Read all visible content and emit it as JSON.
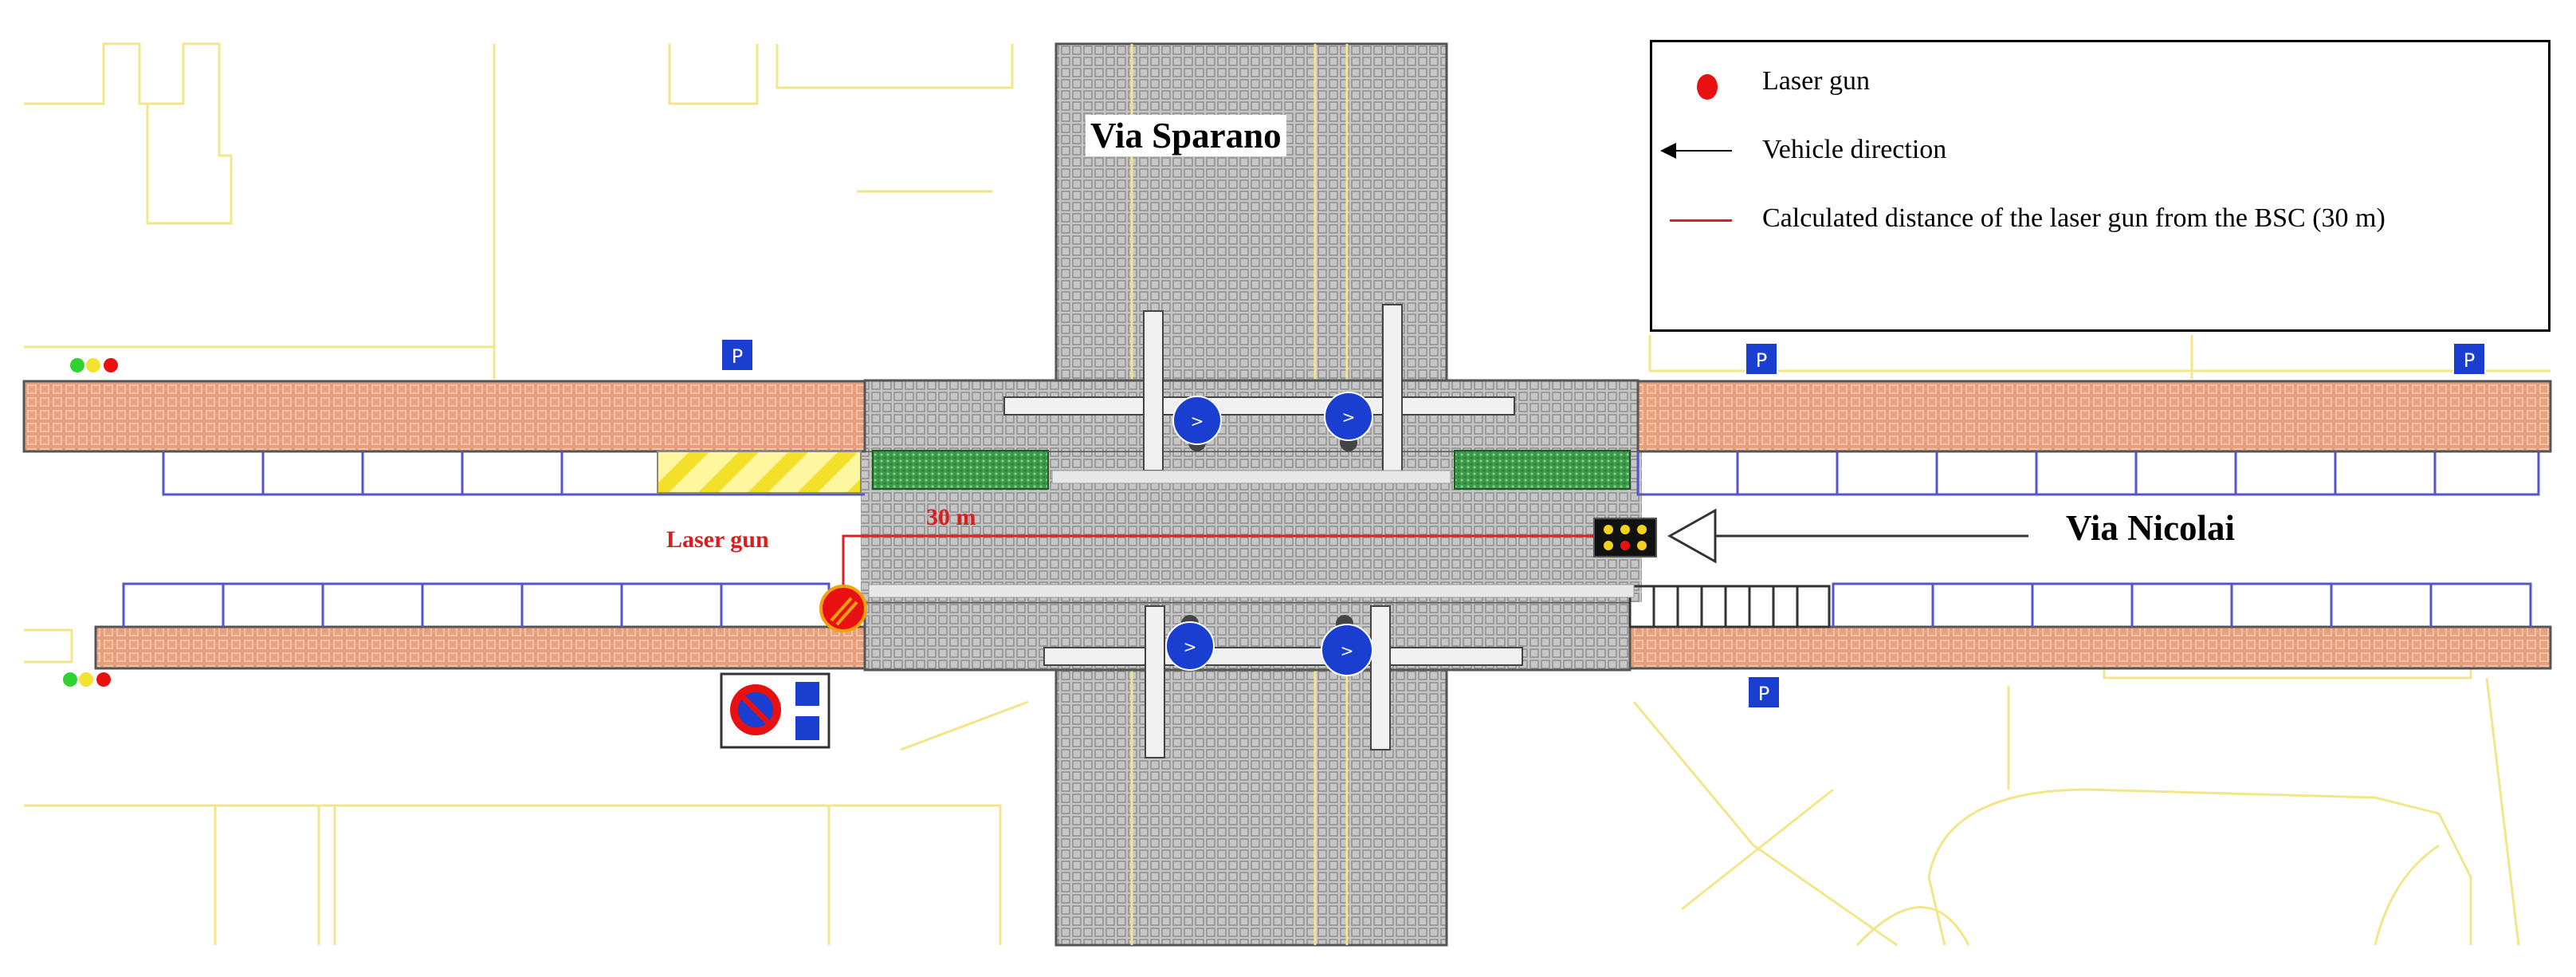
{
  "streets": {
    "vertical": "Via Sparano",
    "horizontal": "Via Nicolai"
  },
  "annotations": {
    "laser_gun": "Laser gun",
    "distance": "30 m"
  },
  "legend": {
    "items": [
      {
        "symbol": "red-dot-icon",
        "label": "Laser gun"
      },
      {
        "symbol": "arrow-left-icon",
        "label": "Vehicle direction"
      },
      {
        "symbol": "red-line-icon",
        "label": "Calculated distance of the laser gun from the BSC (30 m)"
      }
    ]
  },
  "colors": {
    "laser": "#e81010",
    "distance_line": "#e02020",
    "sidewalk": "#e8a07c",
    "pedestrian_area": "#c8c8c8",
    "parking_lines": "#5555cc",
    "building_outlines": "#f2e68a",
    "greenery": "#3e9a4a",
    "sign_blue": "#1a3fd0"
  }
}
